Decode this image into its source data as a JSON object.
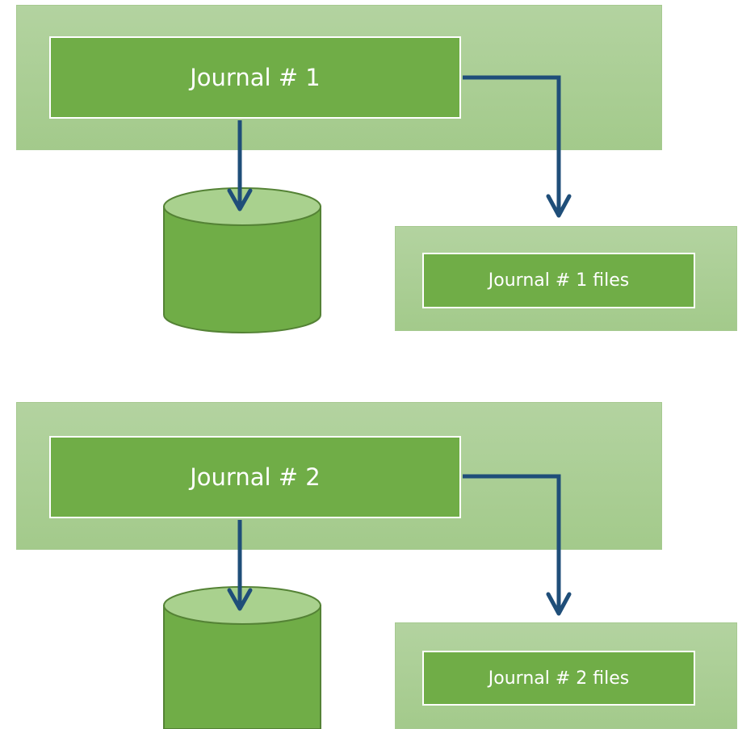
{
  "colors": {
    "panel_fill": "#aacf95",
    "box_fill": "#70ad47",
    "box_border": "#ffffff",
    "cylinder_body": "#70ad47",
    "cylinder_top": "#a9d18e",
    "cylinder_outline": "#548235",
    "arrow": "#1f4e79",
    "text": "#ffffff"
  },
  "groups": [
    {
      "journal_label": "Journal # 1",
      "files_label": "Journal # 1 files",
      "database_icon": "database-cylinder-icon"
    },
    {
      "journal_label": "Journal # 2",
      "files_label": "Journal # 2 files",
      "database_icon": "database-cylinder-icon"
    }
  ]
}
